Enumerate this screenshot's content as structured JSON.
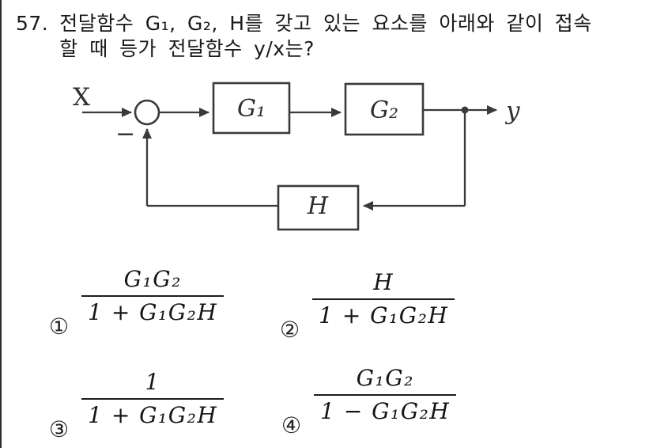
{
  "page": {
    "background": "#ffffff",
    "ink_color": "#1a1a1a",
    "diagram_line_color": "#3a3a3a"
  },
  "question": {
    "number": "57.",
    "line1": "전달함수 G₁, G₂, H를 갖고 있는 요소를 아래와 같이 접속",
    "line2": "할 때 등가 전달함수 y/x는?"
  },
  "diagram": {
    "input_label": "X",
    "output_label": "y",
    "minus_label": "−",
    "blocks": {
      "g1": "G₁",
      "g2": "G₂",
      "h": "H"
    }
  },
  "choices": [
    {
      "label": "①",
      "numerator": "G₁G₂",
      "denominator": "1 + G₁G₂H"
    },
    {
      "label": "②",
      "numerator": "H",
      "denominator": "1 + G₁G₂H"
    },
    {
      "label": "③",
      "numerator": "1",
      "denominator": "1 + G₁G₂H"
    },
    {
      "label": "④",
      "numerator": "G₁G₂",
      "denominator": "1 − G₁G₂H"
    }
  ]
}
